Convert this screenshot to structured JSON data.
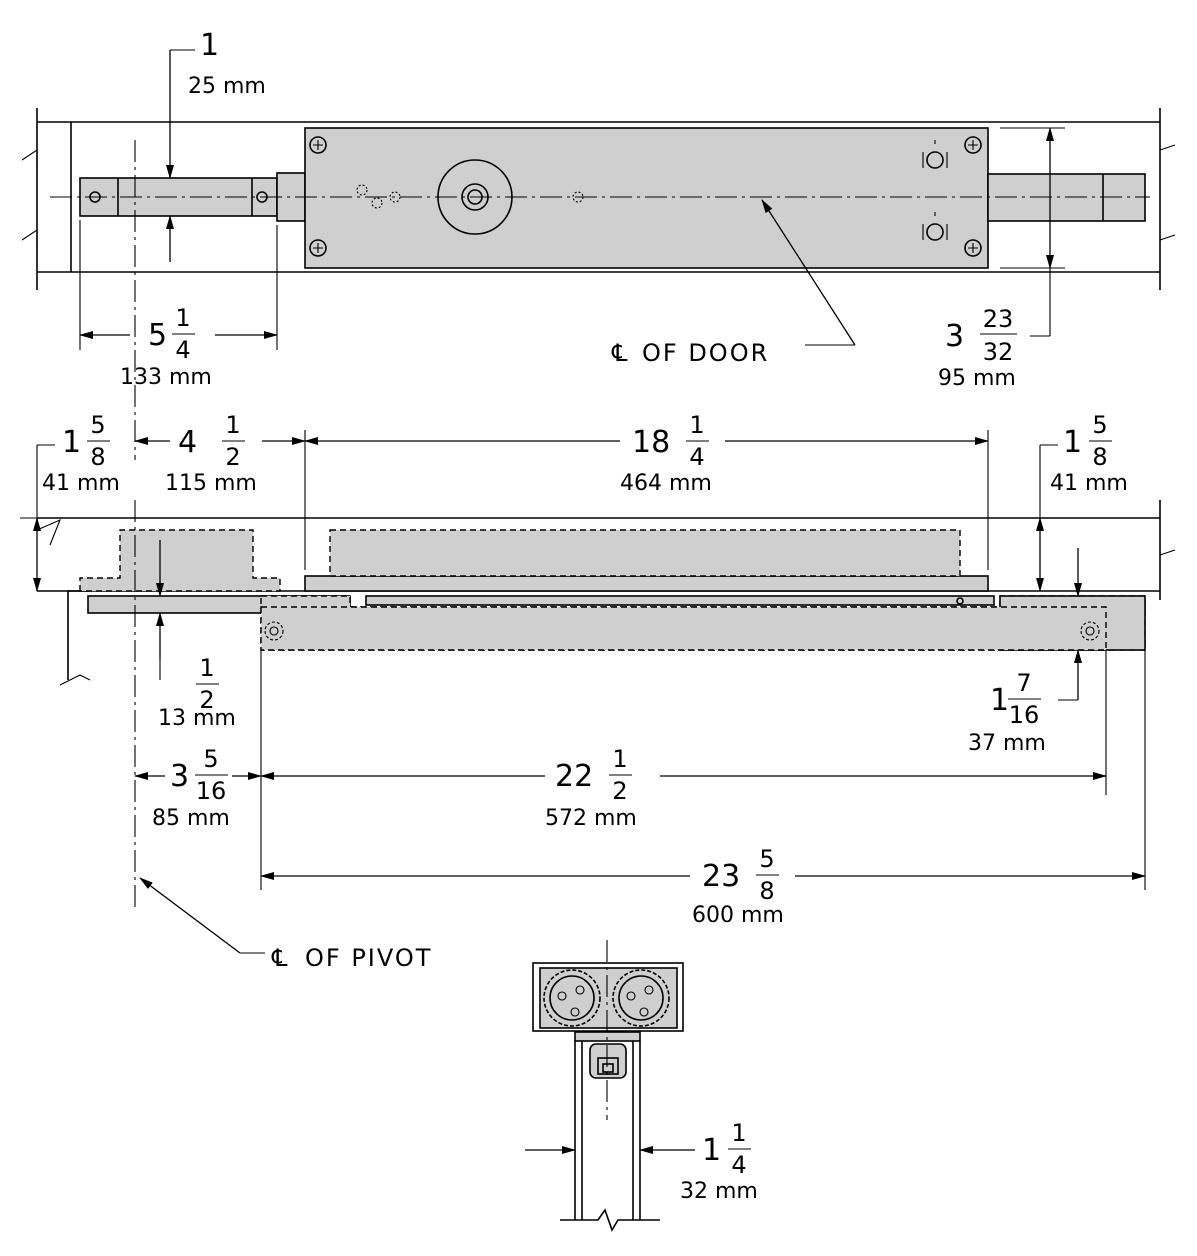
{
  "dims": {
    "top_shaft": {
      "whole": "1",
      "mm": "25 mm"
    },
    "top_left_len": {
      "whole": "5",
      "num": "1",
      "den": "4",
      "mm": "133 mm"
    },
    "top_height": {
      "whole": "3",
      "num": "23",
      "den": "32",
      "mm": "95 mm"
    },
    "left_height": {
      "whole": "1",
      "num": "5",
      "den": "8",
      "mm": "41 mm"
    },
    "left_offset": {
      "whole": "4",
      "num": "1",
      "den": "2",
      "mm": "115 mm"
    },
    "body_len": {
      "whole": "18",
      "num": "1",
      "den": "4",
      "mm": "464 mm"
    },
    "right_height": {
      "whole": "1",
      "num": "5",
      "den": "8",
      "mm": "41 mm"
    },
    "arm_depth": {
      "num": "1",
      "den": "2",
      "mm": "13 mm"
    },
    "right_drop": {
      "whole": "1",
      "num": "7",
      "den": "16",
      "mm": "37 mm"
    },
    "pivot_offset": {
      "whole": "3",
      "num": "5",
      "den": "16",
      "mm": "85 mm"
    },
    "arm_len": {
      "whole": "22",
      "num": "1",
      "den": "2",
      "mm": "572 mm"
    },
    "overall_len": {
      "whole": "23",
      "num": "5",
      "den": "8",
      "mm": "600 mm"
    },
    "door_width": {
      "whole": "1",
      "num": "1",
      "den": "4",
      "mm": "32 mm"
    }
  },
  "labels": {
    "cl_door": "OF DOOR",
    "cl_pivot": "OF PIVOT"
  }
}
